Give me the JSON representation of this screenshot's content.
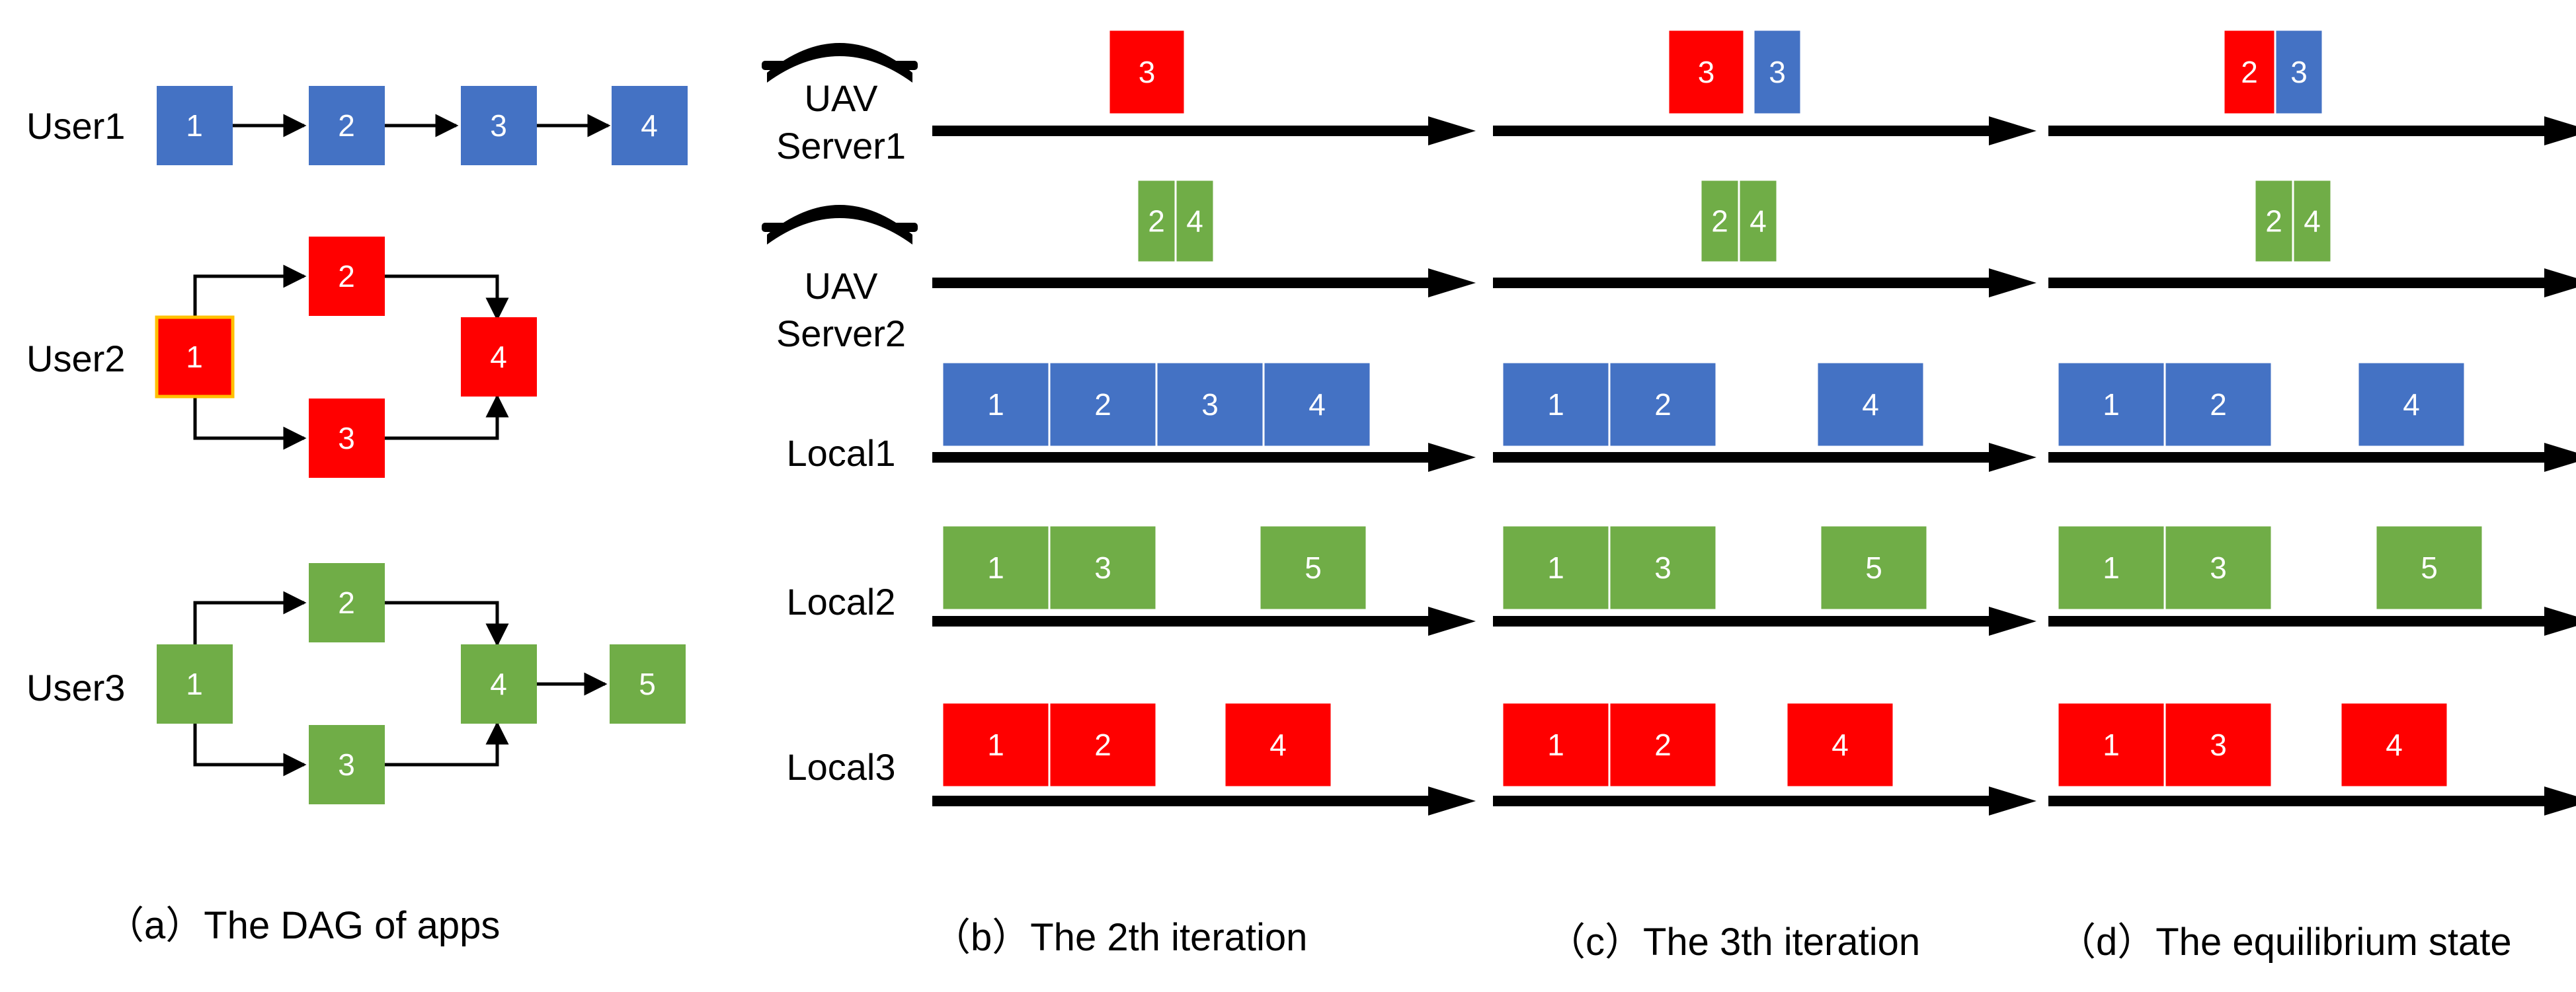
{
  "colors": {
    "user1": "#4472C4",
    "user2": "#FF0000",
    "user3": "#70AD47",
    "box_text": "#FFFFFF",
    "arrow": "#000000",
    "highlight_border": "#FFC000"
  },
  "panel_a": {
    "caption": "（a）The DAG of apps",
    "users": [
      {
        "label": "User1",
        "color": "user1",
        "tasks": [
          "1",
          "2",
          "3",
          "4"
        ]
      },
      {
        "label": "User2",
        "color": "user2",
        "tasks": [
          "1",
          "2",
          "3",
          "4"
        ]
      },
      {
        "label": "User3",
        "color": "user3",
        "tasks": [
          "1",
          "2",
          "3",
          "4",
          "5"
        ]
      }
    ]
  },
  "rows": [
    {
      "label": [
        "UAV",
        "Server1"
      ],
      "icon": "uav-icon"
    },
    {
      "label": [
        "UAV",
        "Server2"
      ],
      "icon": "uav-icon"
    },
    {
      "label": [
        "Local1"
      ]
    },
    {
      "label": [
        "Local2"
      ]
    },
    {
      "label": [
        "Local3"
      ]
    }
  ],
  "panels": [
    {
      "caption": "（b）The 2th iteration",
      "tracks": [
        [
          {
            "task": "3",
            "color": "user2"
          }
        ],
        [
          {
            "task": "2",
            "color": "user3"
          },
          {
            "task": "4",
            "color": "user3"
          }
        ],
        [
          {
            "task": "1",
            "color": "user1"
          },
          {
            "task": "2",
            "color": "user1"
          },
          {
            "task": "3",
            "color": "user1"
          },
          {
            "task": "4",
            "color": "user1"
          }
        ],
        [
          {
            "task": "1",
            "color": "user3"
          },
          {
            "task": "3",
            "color": "user3"
          },
          {
            "task": "5",
            "color": "user3"
          }
        ],
        [
          {
            "task": "1",
            "color": "user2"
          },
          {
            "task": "2",
            "color": "user2"
          },
          {
            "task": "4",
            "color": "user2"
          }
        ]
      ]
    },
    {
      "caption": "（c）The 3th iteration",
      "tracks": [
        [
          {
            "task": "3",
            "color": "user2"
          },
          {
            "task": "3",
            "color": "user1"
          }
        ],
        [
          {
            "task": "2",
            "color": "user3"
          },
          {
            "task": "4",
            "color": "user3"
          }
        ],
        [
          {
            "task": "1",
            "color": "user1"
          },
          {
            "task": "2",
            "color": "user1"
          },
          {
            "task": "4",
            "color": "user1"
          }
        ],
        [
          {
            "task": "1",
            "color": "user3"
          },
          {
            "task": "3",
            "color": "user3"
          },
          {
            "task": "5",
            "color": "user3"
          }
        ],
        [
          {
            "task": "1",
            "color": "user2"
          },
          {
            "task": "2",
            "color": "user2"
          },
          {
            "task": "4",
            "color": "user2"
          }
        ]
      ]
    },
    {
      "caption": "（d）The equilibrium state",
      "tracks": [
        [
          {
            "task": "2",
            "color": "user2"
          },
          {
            "task": "3",
            "color": "user1"
          }
        ],
        [
          {
            "task": "2",
            "color": "user3"
          },
          {
            "task": "4",
            "color": "user3"
          }
        ],
        [
          {
            "task": "1",
            "color": "user1"
          },
          {
            "task": "2",
            "color": "user1"
          },
          {
            "task": "4",
            "color": "user1"
          }
        ],
        [
          {
            "task": "1",
            "color": "user3"
          },
          {
            "task": "3",
            "color": "user3"
          },
          {
            "task": "5",
            "color": "user3"
          }
        ],
        [
          {
            "task": "1",
            "color": "user2"
          },
          {
            "task": "3",
            "color": "user2"
          },
          {
            "task": "4",
            "color": "user2"
          }
        ]
      ]
    }
  ]
}
